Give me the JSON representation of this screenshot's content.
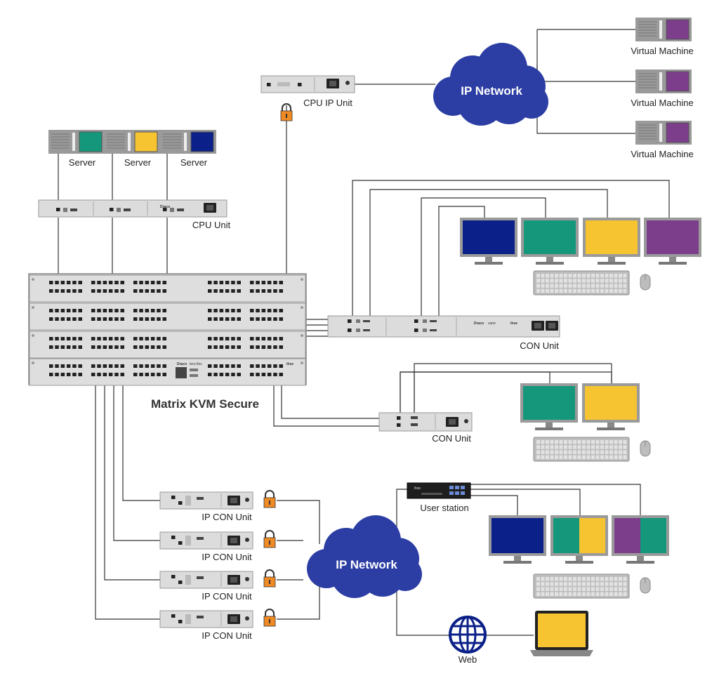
{
  "colors": {
    "cloud": "#2c3ea3",
    "lock": "#f08a24",
    "device": "#dcdcdc",
    "blue": "#0b2088",
    "green": "#15977c",
    "yellow": "#f6c331",
    "purple": "#7c3d8b",
    "line": "#333333"
  },
  "labels": {
    "virtual_machine": "Virtual Machine",
    "ip_network": "IP Network",
    "cpu_ip_unit": "CPU IP Unit",
    "server": "Server",
    "cpu_unit": "CPU Unit",
    "matrix": "Matrix KVM Secure",
    "con_unit": "CON Unit",
    "ip_con_unit": "IP CON Unit",
    "user_station": "User station",
    "web": "Web"
  },
  "device_text": {
    "draco": "Draco",
    "vario": "vario",
    "tera_flex": "tera flex",
    "ihse": "ihse"
  },
  "servers": [
    {
      "label": "Server",
      "color": "green"
    },
    {
      "label": "Server",
      "color": "yellow"
    },
    {
      "label": "Server",
      "color": "blue"
    }
  ],
  "virtual_machines": [
    {
      "label": "Virtual Machine",
      "color": "purple"
    },
    {
      "label": "Virtual Machine",
      "color": "purple"
    },
    {
      "label": "Virtual Machine",
      "color": "purple"
    }
  ],
  "monitors_top": [
    "blue",
    "green",
    "yellow",
    "purple"
  ],
  "monitors_mid": [
    "green",
    "yellow"
  ],
  "monitors_bottom": [
    [
      "blue"
    ],
    [
      "green",
      "yellow"
    ],
    [
      "purple",
      "green"
    ]
  ],
  "ip_con_units": [
    "IP CON Unit",
    "IP CON Unit",
    "IP CON Unit",
    "IP CON Unit"
  ]
}
